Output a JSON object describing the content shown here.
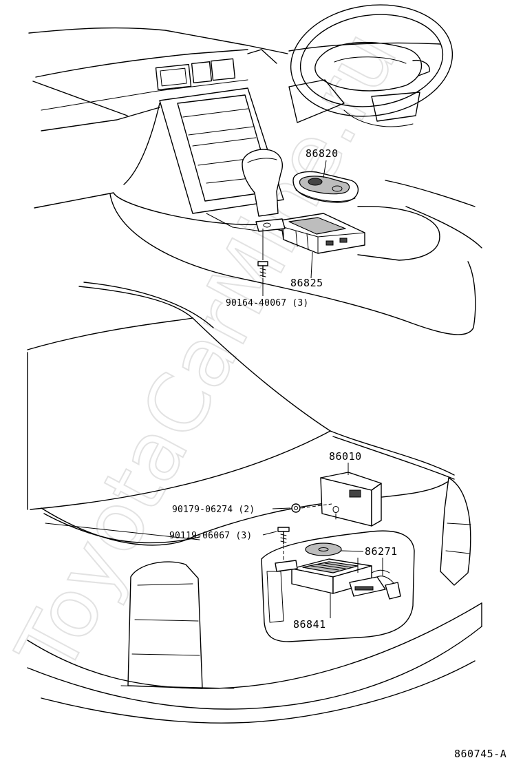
{
  "diagram": {
    "watermark": "ToyotaCarMine.ru",
    "diagram_code": "860745-A",
    "callouts": [
      {
        "id": "callout-86820",
        "text": "86820"
      },
      {
        "id": "callout-86825",
        "text": "86825"
      },
      {
        "id": "callout-90164",
        "text": "90164-40067 (3)"
      },
      {
        "id": "callout-86010",
        "text": "86010"
      },
      {
        "id": "callout-90179",
        "text": "90179-06274 (2)"
      },
      {
        "id": "callout-90119",
        "text": "90119-06067 (3)"
      },
      {
        "id": "callout-86271",
        "text": "86271"
      },
      {
        "id": "callout-86841",
        "text": "86841"
      }
    ]
  }
}
